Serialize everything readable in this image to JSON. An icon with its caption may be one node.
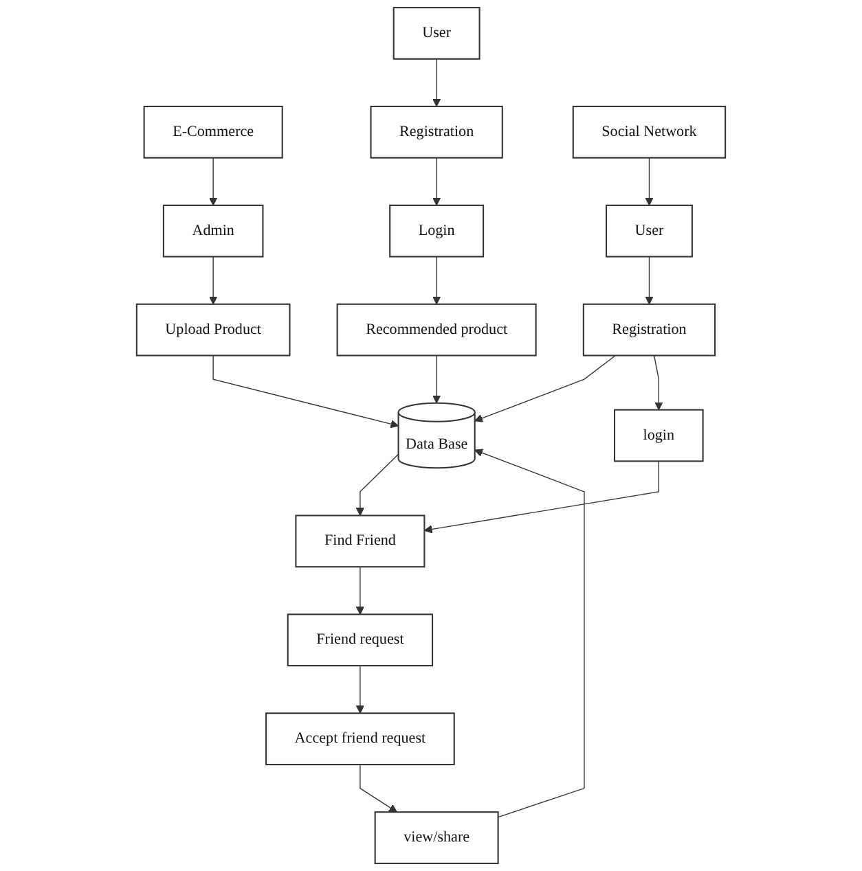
{
  "diagram": {
    "nodes": [
      {
        "text": [
          "E-Commerce"
        ]
      },
      {
        "text": [
          "Admin"
        ]
      },
      {
        "text": [
          "Upload Product"
        ]
      },
      {
        "text": [
          "User"
        ]
      },
      {
        "text": [
          "Registration"
        ]
      },
      {
        "text": [
          "Login"
        ]
      },
      {
        "text": [
          "Recommended product"
        ]
      },
      {
        "text": [
          "Data Base"
        ]
      },
      {
        "text": [
          "Social Network"
        ]
      },
      {
        "text": [
          "User"
        ]
      },
      {
        "text": [
          "Registration"
        ]
      },
      {
        "text": [
          "login"
        ]
      },
      {
        "text": [
          "Find Friend"
        ]
      },
      {
        "text": [
          "Friend request"
        ]
      },
      {
        "text": [
          "Accept friend request"
        ]
      },
      {
        "text": [
          "view/share"
        ]
      }
    ],
    "edges": [
      {
        "from": 0,
        "to": 1,
        "arrow": "to"
      },
      {
        "from": 1,
        "to": 2,
        "arrow": "to"
      },
      {
        "from": 2,
        "to": 7,
        "arrow": "to"
      },
      {
        "from": 3,
        "to": 4,
        "arrow": "to"
      },
      {
        "from": 4,
        "to": 5,
        "arrow": "to"
      },
      {
        "from": 5,
        "to": 6,
        "arrow": "to"
      },
      {
        "from": 6,
        "to": 7,
        "arrow": "to"
      },
      {
        "from": 8,
        "to": 9,
        "arrow": "to"
      },
      {
        "from": 9,
        "to": 10,
        "arrow": "to"
      },
      {
        "from": 10,
        "to": 7,
        "arrow": "to"
      },
      {
        "from": 10,
        "to": 11,
        "arrow": "to"
      },
      {
        "from": 11,
        "to": 12,
        "arrow": "to"
      },
      {
        "from": 7,
        "to": 12,
        "arrow": "to"
      },
      {
        "from": 12,
        "to": 13,
        "arrow": "to"
      },
      {
        "from": 13,
        "to": 14,
        "arrow": "to"
      },
      {
        "from": 14,
        "to": 15,
        "arrow": "to"
      },
      {
        "from": 15,
        "to": 7,
        "arrow": "to"
      }
    ]
  }
}
